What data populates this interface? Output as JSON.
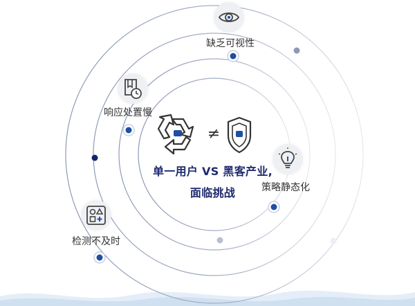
{
  "center": {
    "title_line1": "单一用户 VS 黑客产业,",
    "title_line2": "面临挑战",
    "not_equal_symbol": "≠",
    "left_icon": "recycle-triangle-icon",
    "right_icon": "shield-icon"
  },
  "challenges": [
    {
      "label": "缺乏可视性",
      "icon": "eye-icon"
    },
    {
      "label": "响应处置慢",
      "icon": "document-clock-icon"
    },
    {
      "label": "策略静态化",
      "icon": "lightbulb-icon"
    },
    {
      "label": "检测不及时",
      "icon": "shapes-grid-icon"
    }
  ],
  "colors": {
    "accent": "#1e4fa3",
    "title": "#1e2a6e",
    "ring": "#a9b3c7",
    "dot_dark": "#12246b",
    "dot_light": "#b8c0d0",
    "wave": "#d5e4f2"
  }
}
